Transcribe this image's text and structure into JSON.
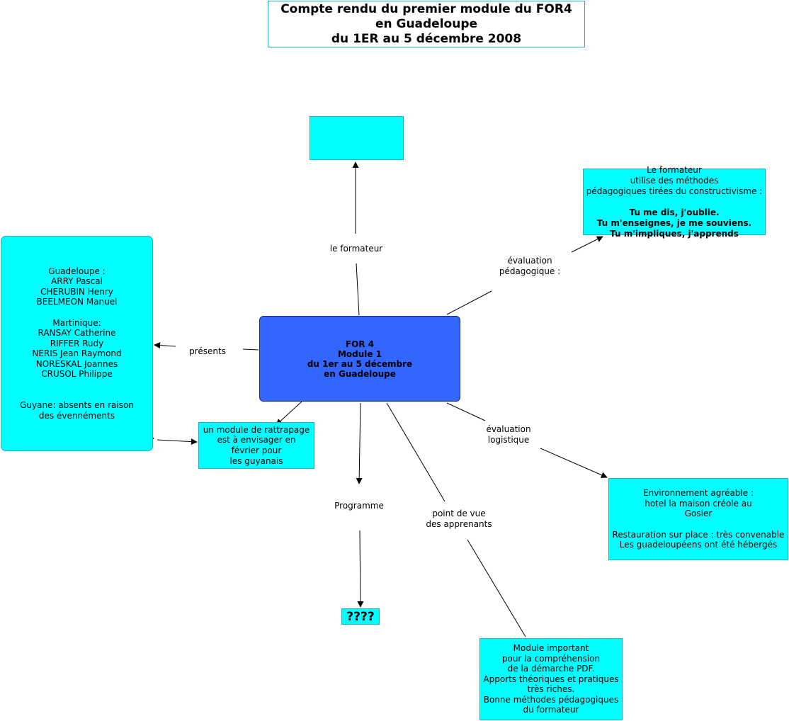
{
  "title": "Compte rendu du premier module du FOR4\nen Guadeloupe\ndu 1ER au 5 décembre 2008",
  "center": "FOR 4\nModule 1\ndu 1er au 5 décembre\nen Guadeloupe",
  "labels": {
    "formateur": "le formateur",
    "evaluation_pedagogique": "évaluation\npédagogique :",
    "presents": "présents",
    "evaluation_logistique": "évaluation\nlogistique",
    "programme": "Programme",
    "point_de_vue": "point de vue\ndes apprenants"
  },
  "boxes": {
    "formateur_intro": "Le formateur\nutilise des méthodes\npédagogiques tirées du constructivisme :",
    "formateur_bold": "Tu me dis, j'oublie.\nTu m'enseignes, je me souviens.\nTu m'impliques, j'apprends",
    "presents": "Guadeloupe :\nARRY Pascal\nCHERUBIN Henry\nBEELMEON Manuel\n\nMartinique:\nRANSAY Catherine\nRIFFER Rudy\nNERIS Jean Raymond\nNORESKAL Joannes\nCRUSOL Philippe\n\n\nGuyane: absents en raison\ndes évennéments",
    "rattrapage": "un module de rattrapage\nest à envisager en\nfévrier pour\nles guyanais",
    "logistique": "Environnement agréable :\nhotel la maison créole au\nGosier\n\nRestauration sur place : très convenable\nLes guadeloupéens ont été hébergés",
    "programme": "????",
    "apprenants": "Module important\npour la compréhension\nde la démarche PDF.\nApports théoriques et pratiques\ntrès riches.\nBonne méthodes pédagogiques\ndu formateur"
  },
  "colors": {
    "center_fill": "#3366ff",
    "box_fill": "#00ffff",
    "box_border": "#2aa9c9",
    "line": "#000000"
  }
}
